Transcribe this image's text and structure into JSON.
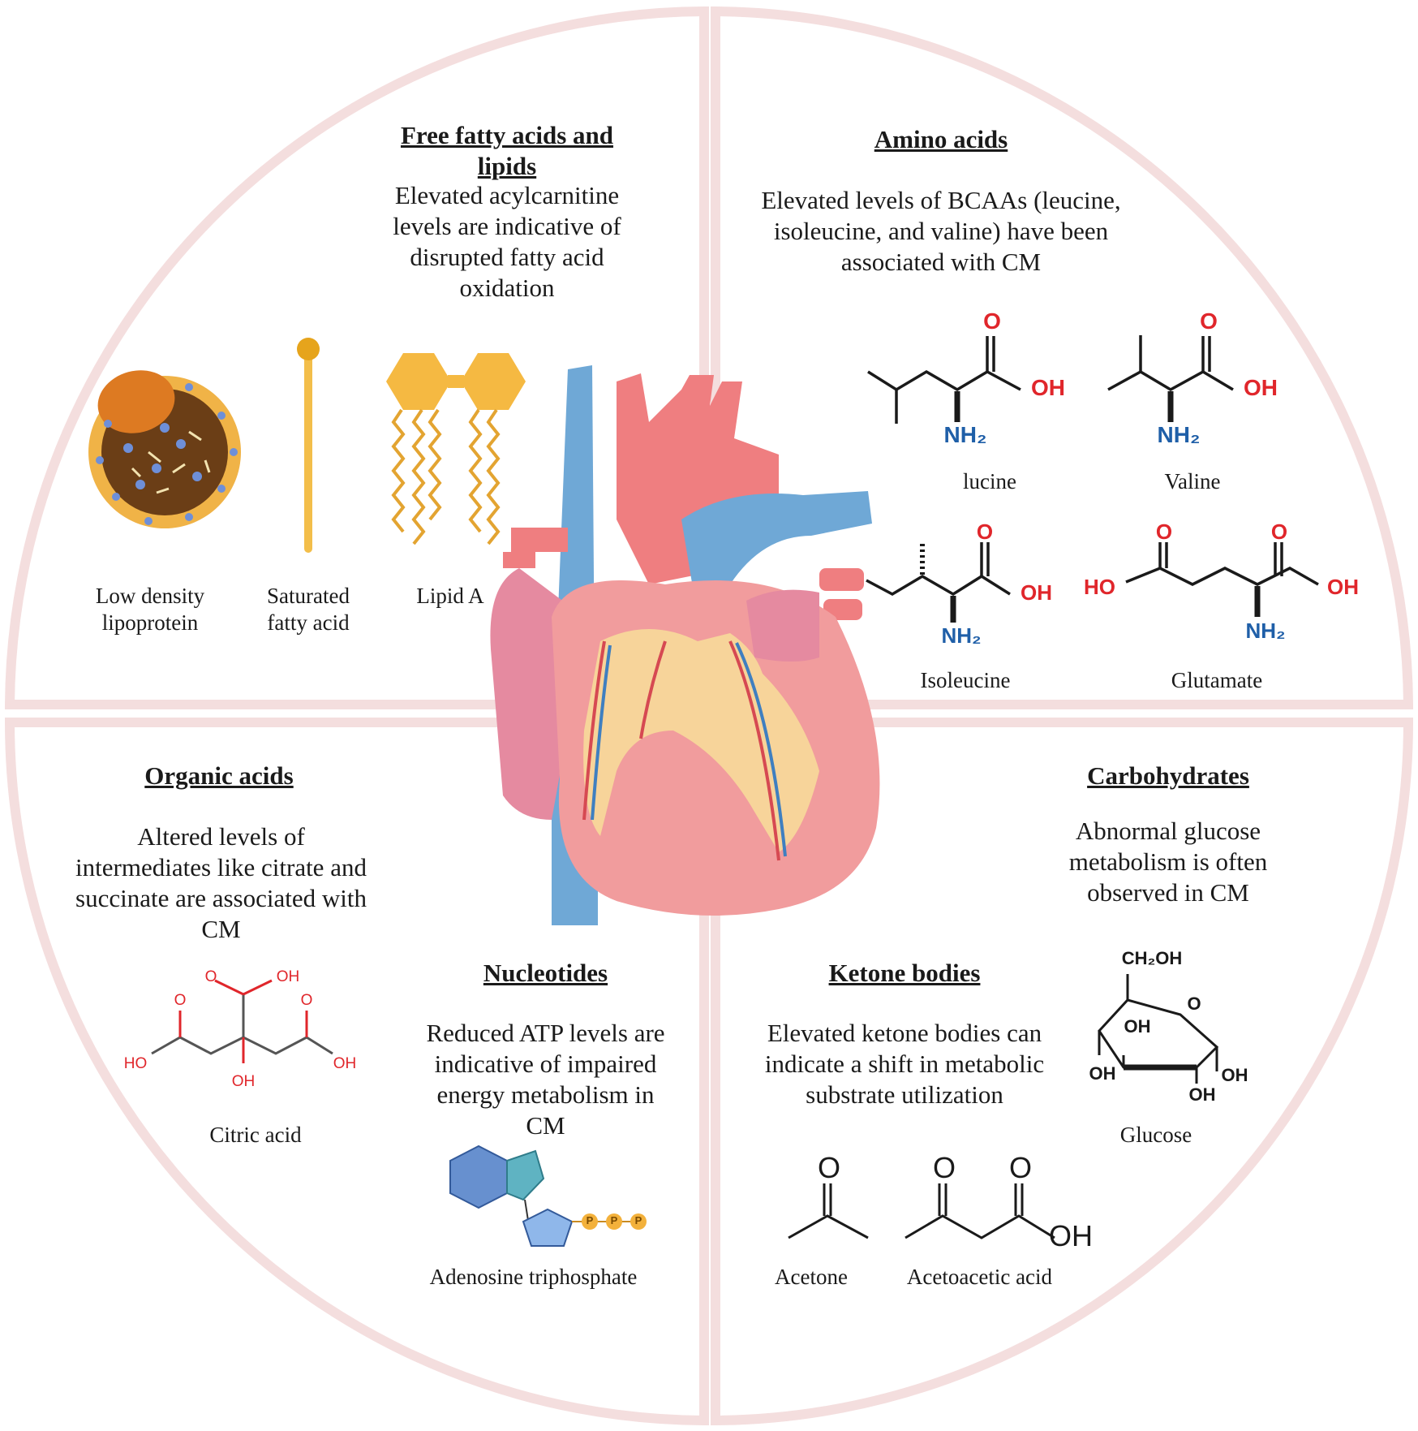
{
  "sections": {
    "fatty": {
      "title": "Free fatty acids and lipids",
      "desc": "Elevated acylcarnitine levels are indicative of disrupted fatty acid oxidation",
      "labels": {
        "ldl": "Low density lipoprotein",
        "sfa": "Saturated fatty acid",
        "lipid_a": "Lipid A"
      }
    },
    "amino": {
      "title": "Amino acids",
      "desc": "Elevated levels of BCAAs (leucine, isoleucine, and valine) have been associated with CM",
      "labels": {
        "leucine": "lucine",
        "valine": "Valine",
        "isoleucine": "Isoleucine",
        "glutamate": "Glutamate"
      }
    },
    "organic": {
      "title": "Organic acids",
      "desc": "Altered levels of intermediates like citrate and succinate are associated with CM",
      "labels": {
        "citric": "Citric acid"
      }
    },
    "nucleotides": {
      "title": "Nucleotides",
      "desc": "Reduced ATP levels are indicative of impaired energy metabolism in CM",
      "labels": {
        "atp": "Adenosine triphosphate"
      }
    },
    "ketone": {
      "title": "Ketone bodies",
      "desc": "Elevated ketone bodies can indicate a shift in metabolic substrate utilization",
      "labels": {
        "acetone": "Acetone",
        "acetoacetic": "Acetoacetic acid"
      }
    },
    "carbs": {
      "title": "Carbohydrates",
      "desc": "Abnormal glucose metabolism is often observed in CM",
      "labels": {
        "glucose": "Glucose"
      }
    }
  },
  "chem_text": {
    "o": "O",
    "oh": "OH",
    "ho": "HO",
    "nh2": "NH₂",
    "ch2oh": "CH₂OH",
    "p": "P"
  },
  "colors": {
    "quadrant_border": "#f3dada",
    "vein_blue": "#6fa8d6",
    "artery_red": "#ee7b7c",
    "heart_pink": "#f09a9c",
    "atrium_pink": "#e58aa0",
    "fat_yellow": "#f7d49a",
    "lipid_yellow": "#f3be4a",
    "ldl_brown": "#6b3e16",
    "nitrogen_blue": "#1f5fa8",
    "oxygen_red": "#e0262b"
  }
}
